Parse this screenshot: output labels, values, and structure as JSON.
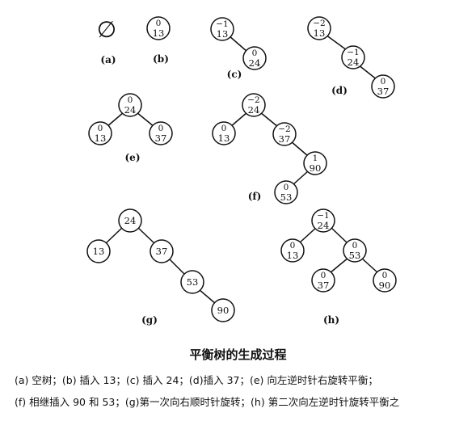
{
  "colors": {
    "ink": "#111111",
    "node_fill": "#ffffff"
  },
  "empty_tree_symbol": "∅",
  "panels": {
    "a": {
      "label": "(a)"
    },
    "b": {
      "label": "(b)",
      "nodes": [
        {
          "bf": "0",
          "key": "13"
        }
      ]
    },
    "c": {
      "label": "(c)",
      "nodes": [
        {
          "bf": "−1",
          "key": "13"
        },
        {
          "bf": "0",
          "key": "24"
        }
      ]
    },
    "d": {
      "label": "(d)",
      "nodes": [
        {
          "bf": "−2",
          "key": "13"
        },
        {
          "bf": "−1",
          "key": "24"
        },
        {
          "bf": "0",
          "key": "37"
        }
      ]
    },
    "e": {
      "label": "(e)",
      "nodes": [
        {
          "bf": "0",
          "key": "24"
        },
        {
          "bf": "0",
          "key": "13"
        },
        {
          "bf": "0",
          "key": "37"
        }
      ]
    },
    "f": {
      "label": "(f)",
      "nodes": [
        {
          "bf": "−2",
          "key": "24"
        },
        {
          "bf": "0",
          "key": "13"
        },
        {
          "bf": "−2",
          "key": "37"
        },
        {
          "bf": "1",
          "key": "90"
        },
        {
          "bf": "0",
          "key": "53"
        }
      ]
    },
    "g": {
      "label": "(g)",
      "nodes": [
        {
          "key": "24"
        },
        {
          "key": "13"
        },
        {
          "key": "37"
        },
        {
          "key": "53"
        },
        {
          "key": "90"
        }
      ]
    },
    "h": {
      "label": "(h)",
      "nodes": [
        {
          "bf": "−1",
          "key": "24"
        },
        {
          "bf": "0",
          "key": "13"
        },
        {
          "bf": "0",
          "key": "53"
        },
        {
          "bf": "0",
          "key": "37"
        },
        {
          "bf": "0",
          "key": "90"
        }
      ]
    }
  },
  "caption": {
    "title": "平衡树的生成过程",
    "line1": "(a) 空树；(b) 插入 13；(c) 插入 24；(d)插入 37；(e) 向左逆时针右旋转平衡；",
    "line2": "(f) 相继插入 90 和 53；(g)第一次向右顺时针旋转；(h) 第二次向左逆时针旋转平衡之"
  }
}
